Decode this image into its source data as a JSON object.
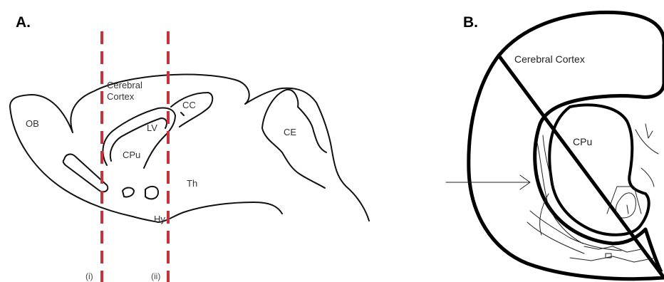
{
  "panel_a": {
    "letter": "A.",
    "labels": {
      "ob": "OB",
      "cerebral": "Cerebral",
      "cortex": "Cortex",
      "cc": "CC",
      "lv": "LV",
      "cpu": "CPu",
      "ce": "CE",
      "th": "Th",
      "hy": "Hy"
    },
    "cut_lines": [
      "(i)",
      "(ii)"
    ],
    "cut_line_color": "#c8323a"
  },
  "panel_b": {
    "letter": "B.",
    "labels": {
      "cortex": "Cerebral Cortex",
      "cpu": "CPu"
    }
  }
}
